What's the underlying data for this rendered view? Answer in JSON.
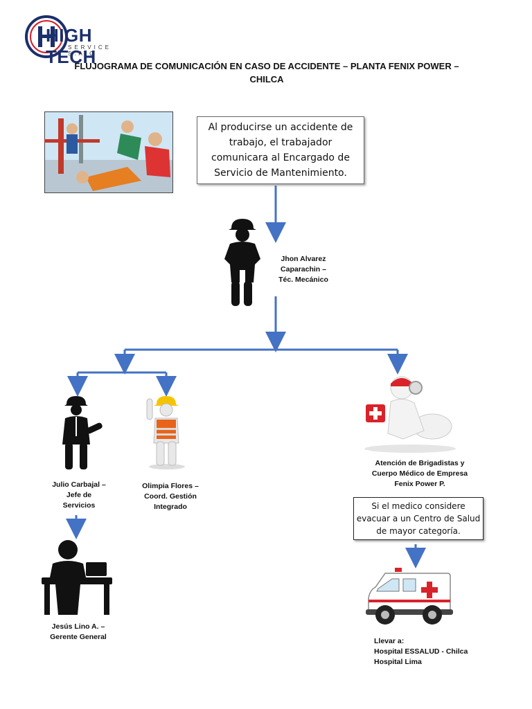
{
  "logo": {
    "main": "HIGH TECH",
    "sub": "SERVICE S.A.C",
    "colors": {
      "ring": "#1b2f6b",
      "accent": "#d0202a"
    }
  },
  "title": "FLUJOGRAMA DE COMUNICACIÓN EN CASO DE ACCIDENTE – PLANTA FENIX POWER – CHILCA",
  "box_start": {
    "lines": [
      "Al producirse un accidente de",
      "trabajo, el trabajador",
      "comunicara al Encargado de",
      "Servicio de Mantenimiento."
    ]
  },
  "node_tecnico": {
    "lines": [
      "Jhon Alvarez",
      "Caparachin –",
      "Téc. Mecánico"
    ]
  },
  "node_jefe": {
    "lines": [
      "Julio Carbajal –",
      "Jefe de",
      "Servicios"
    ]
  },
  "node_coord": {
    "lines": [
      "Olimpia Flores –",
      "Coord. Gestión",
      "Integrado"
    ]
  },
  "node_gerente": {
    "lines": [
      "Jesús Lino A.  –",
      "Gerente General"
    ]
  },
  "node_brigada": {
    "lines": [
      "Atención de Brigadistas y",
      "Cuerpo Médico de Empresa",
      "Fenix Power P."
    ]
  },
  "box_medico": {
    "lines": [
      "Si el medico considere",
      "evacuar a un Centro de Salud",
      "de mayor categoría."
    ]
  },
  "node_hospital": {
    "lines": [
      "Llevar a:",
      "Hospital ESSALUD - Chilca",
      "Hospital Lima"
    ]
  },
  "colors": {
    "arrow": "#4472c4",
    "figure": "#111111",
    "cross": "#d9232a"
  }
}
